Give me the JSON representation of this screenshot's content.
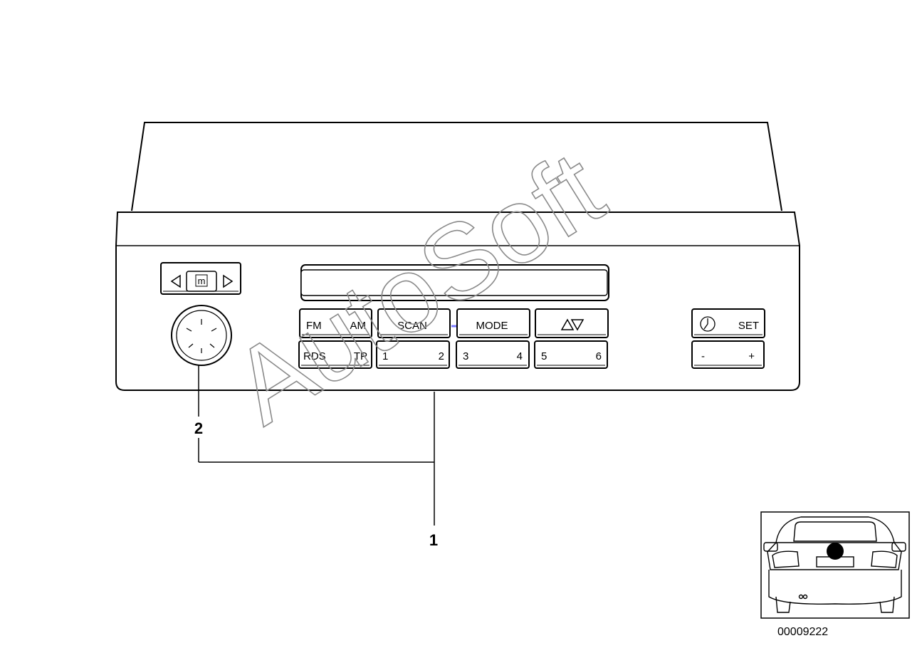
{
  "radio": {
    "buttons": {
      "fm": "FM",
      "am": "AM",
      "scan": "SCAN",
      "mode": "MODE",
      "rds": "RDS",
      "tp": "TP",
      "preset_1": "1",
      "preset_2": "2",
      "preset_3": "3",
      "preset_4": "4",
      "preset_5": "5",
      "preset_6": "6",
      "set": "SET",
      "minus": "-",
      "plus": "+"
    },
    "nav": {
      "center": "m"
    }
  },
  "callouts": {
    "part_1": "1",
    "part_2": "2"
  },
  "watermark": "AutoSoft",
  "part_number": "00009222"
}
